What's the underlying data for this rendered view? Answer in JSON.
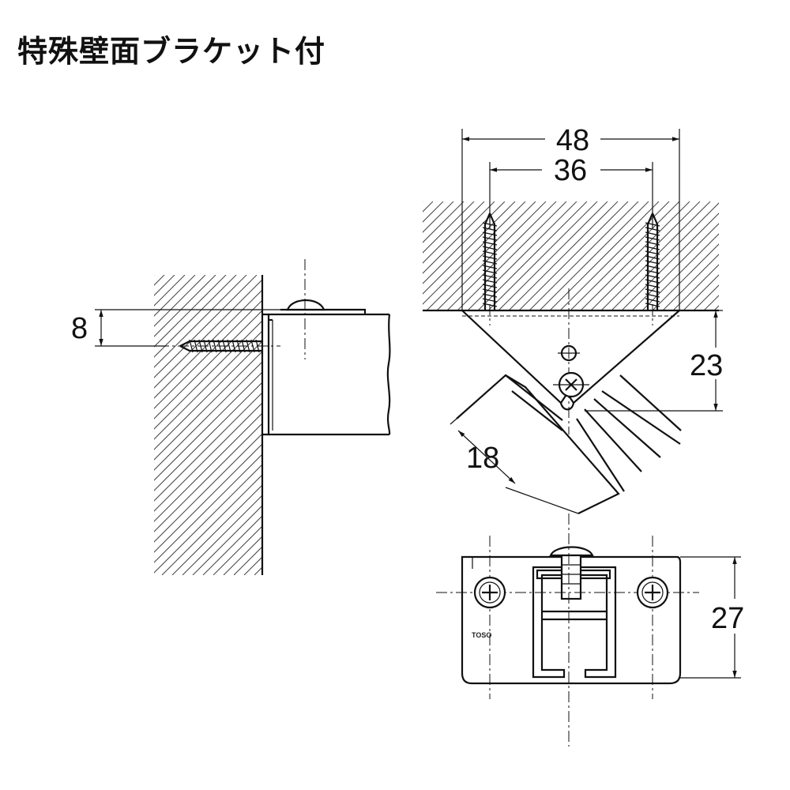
{
  "title": "特殊壁面ブラケット付",
  "dimensions": {
    "side_offset": "8",
    "top_width_outer": "48",
    "top_width_inner": "36",
    "corner_depth": "23",
    "rail_width": "18",
    "front_height": "27"
  },
  "rail_marking": "TOSO"
}
